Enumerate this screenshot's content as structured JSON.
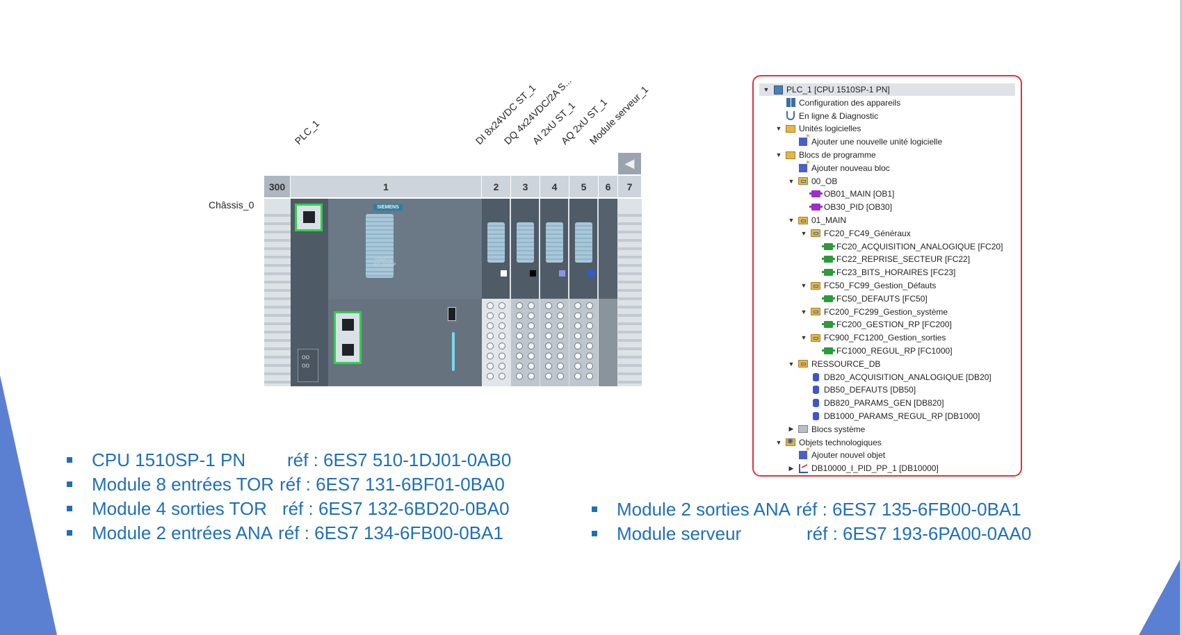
{
  "device_view": {
    "module_labels": [
      "PLC_1",
      "DI 8x24VDC ST_1",
      "DQ 4x24VDC/2A S...",
      "AI 2xU ST_1",
      "AQ 2xU ST_1",
      "Module serveur_1"
    ],
    "chassis_label": "Châssis_0",
    "slot_numbers": [
      "300",
      "1",
      "2",
      "3",
      "4",
      "5",
      "6",
      "7"
    ],
    "brand_text": "SIEMENS",
    "cpu_text": "SIMATIC ET 200SP"
  },
  "project_tree": {
    "items": [
      {
        "label": "PLC_1 [CPU 1510SP-1 PN]",
        "icon": "cpu-icon",
        "level": 0,
        "toggle": "expanded",
        "selected": true
      },
      {
        "label": "Configuration des appareils",
        "icon": "device-config-icon",
        "level": 1,
        "toggle": "none"
      },
      {
        "label": "En ligne & Diagnostic",
        "icon": "online-diagnostic-icon",
        "level": 1,
        "toggle": "none"
      },
      {
        "label": "Unités logicielles",
        "icon": "software-units-icon",
        "level": 1,
        "toggle": "expanded"
      },
      {
        "label": "Ajouter une nouvelle unité logicielle",
        "icon": "add-new-icon",
        "level": 2,
        "toggle": "none"
      },
      {
        "label": "Blocs de programme",
        "icon": "program-blocks-folder-icon",
        "level": 1,
        "toggle": "expanded"
      },
      {
        "label": "Ajouter nouveau bloc",
        "icon": "add-new-icon",
        "level": 2,
        "toggle": "none"
      },
      {
        "label": "00_OB",
        "icon": "folder-icon",
        "level": 2,
        "toggle": "expanded"
      },
      {
        "label": "OB01_MAIN [OB1]",
        "icon": "ob-block-icon",
        "level": 3,
        "toggle": "none"
      },
      {
        "label": "OB30_PID [OB30]",
        "icon": "ob-block-icon",
        "level": 3,
        "toggle": "none"
      },
      {
        "label": "01_MAIN",
        "icon": "folder-icon",
        "level": 2,
        "toggle": "expanded"
      },
      {
        "label": "FC20_FC49_Généraux",
        "icon": "folder-icon",
        "level": 3,
        "toggle": "expanded"
      },
      {
        "label": "FC20_ACQUISITION_ANALOGIQUE [FC20]",
        "icon": "fc-block-icon",
        "level": 4,
        "toggle": "none"
      },
      {
        "label": "FC22_REPRISE_SECTEUR [FC22]",
        "icon": "fc-block-icon",
        "level": 4,
        "toggle": "none"
      },
      {
        "label": "FC23_BITS_HORAIRES [FC23]",
        "icon": "fc-block-icon",
        "level": 4,
        "toggle": "none"
      },
      {
        "label": "FC50_FC99_Gestion_Défauts",
        "icon": "folder-icon",
        "level": 3,
        "toggle": "expanded"
      },
      {
        "label": "FC50_DEFAUTS [FC50]",
        "icon": "fc-block-icon",
        "level": 4,
        "toggle": "none"
      },
      {
        "label": "FC200_FC299_Gestion_système",
        "icon": "folder-icon",
        "level": 3,
        "toggle": "expanded"
      },
      {
        "label": "FC200_GESTION_RP [FC200]",
        "icon": "fc-block-icon",
        "level": 4,
        "toggle": "none"
      },
      {
        "label": "FC900_FC1200_Gestion_sorties",
        "icon": "folder-icon",
        "level": 3,
        "toggle": "expanded"
      },
      {
        "label": "FC1000_REGUL_RP [FC1000]",
        "icon": "fc-block-icon",
        "level": 4,
        "toggle": "none"
      },
      {
        "label": "RESSOURCE_DB",
        "icon": "folder-icon",
        "level": 2,
        "toggle": "expanded"
      },
      {
        "label": "DB20_ACQUISITION_ANALOGIQUE [DB20]",
        "icon": "db-block-icon",
        "level": 3,
        "toggle": "none"
      },
      {
        "label": "DB50_DEFAUTS [DB50]",
        "icon": "db-block-icon",
        "level": 3,
        "toggle": "none"
      },
      {
        "label": "DB820_PARAMS_GEN [DB820]",
        "icon": "db-block-icon",
        "level": 3,
        "toggle": "none"
      },
      {
        "label": "DB1000_PARAMS_REGUL_RP [DB1000]",
        "icon": "db-block-icon",
        "level": 3,
        "toggle": "none"
      },
      {
        "label": "Blocs système",
        "icon": "system-blocks-icon",
        "level": 2,
        "toggle": "collapsed"
      },
      {
        "label": "Objets technologiques",
        "icon": "technology-objects-icon",
        "level": 1,
        "toggle": "expanded"
      },
      {
        "label": "Ajouter nouvel objet",
        "icon": "add-new-icon",
        "level": 2,
        "toggle": "none"
      },
      {
        "label": "DB10000_I_PID_PP_1 [DB10000]",
        "icon": "pid-object-icon",
        "level": 2,
        "toggle": "collapsed"
      }
    ]
  },
  "references_left": [
    {
      "name": "CPU 1510SP-1 PN",
      "ref": "réf : 6ES7 510-1DJ01-0AB0"
    },
    {
      "name": "Module 8 entrées TOR",
      "ref": "réf : 6ES7 131-6BF01-0BA0"
    },
    {
      "name": "Module 4 sorties TOR",
      "ref": "réf : 6ES7 132-6BD20-0BA0"
    },
    {
      "name": "Module 2 entrées ANA",
      "ref": "réf : 6ES7 134-6FB00-0BA1"
    }
  ],
  "references_right": [
    {
      "name": "Module 2 sorties ANA",
      "ref": "réf : 6ES7 135-6FB00-0BA1"
    },
    {
      "name": "Module serveur",
      "ref": "réf : 6ES7 193-6PA00-0AA0"
    }
  ],
  "colors": {
    "reference_text": "#1f6fb7",
    "highlight_border": "#d9353c",
    "port_highlight": "#2fd14a",
    "slide_accent": "#5b7fd1"
  }
}
